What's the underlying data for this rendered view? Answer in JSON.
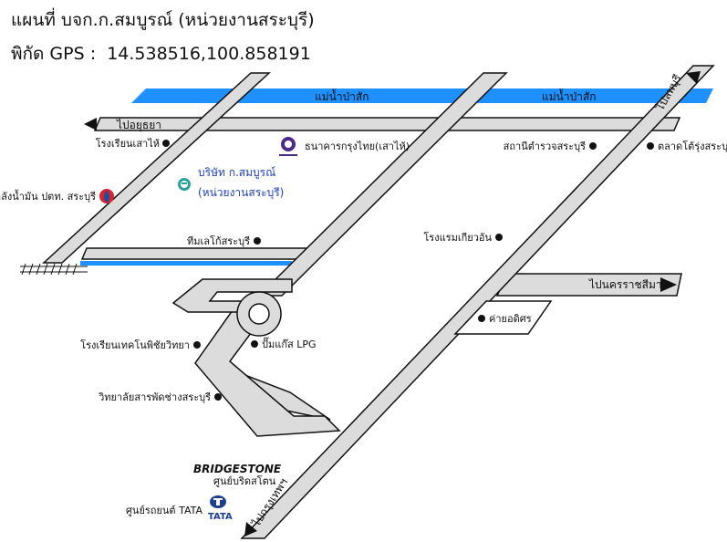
{
  "header": {
    "title": "แผนที่ บจก.ก.สมบูรณ์ (หน่วยงานสระบุรี)",
    "gps_label": "พิกัด GPS :",
    "gps_value": "14.538516,100.858191"
  },
  "colors": {
    "road_fill": "#dcdcdc",
    "road_stroke": "#111111",
    "river": "#1e90ff",
    "company_text": "#1f3fbf",
    "company_icon": "#2aa39a",
    "ptt_red": "#d9232d",
    "ptt_blue": "#1d4fa0",
    "bank_purple": "#4b2a8a",
    "tata_blue": "#1c3f8f"
  },
  "rivers": [
    "แม่น้ำป่าสัก",
    "แม่น้ำป่าสัก"
  ],
  "directions": {
    "ayutthaya": "ไปอยุธยา",
    "lopburi": "ไปลพบุรี",
    "nakhon_ratchasima": "ไปนครราชสีมา",
    "bangkok": "ไปกรุงเทพฯ"
  },
  "company": {
    "name_line1": "บริษัท ก.สมบูรณ์",
    "name_line2": "(หน่วยงานสระบุรี)",
    "icon": "company-logo-icon"
  },
  "places": {
    "school_sao_hai": "โรงเรียนเสาไห้",
    "bank": "ธนาคารกรุงไทย(เสาไห้)",
    "ptt_depot": "คลังน้ำมัน ปตท. สระบุรี",
    "tesco": "ทีมเลโก้สระบุรี",
    "police": "สถานีตำรวจสระบุรี",
    "market": "ตลาดโต้รุ่งสระบุรี",
    "hotel": "โรงแรมเกียวอัน",
    "army_camp": "ค่ายอดิศร",
    "tech_school": "โรงเรียนเทคโนพิชัยวิทยา",
    "lpg": "ปั๊มแก๊ส LPG",
    "college": "วิทยาลัยสารพัดช่างสระบุรี",
    "bridgestone_logo": "BRIDGESTONE",
    "bridgestone_center": "ศูนย์บริดสโตน",
    "tata_center": "ศูนย์รถยนต์ TATA",
    "tata_logo": "TATA"
  }
}
